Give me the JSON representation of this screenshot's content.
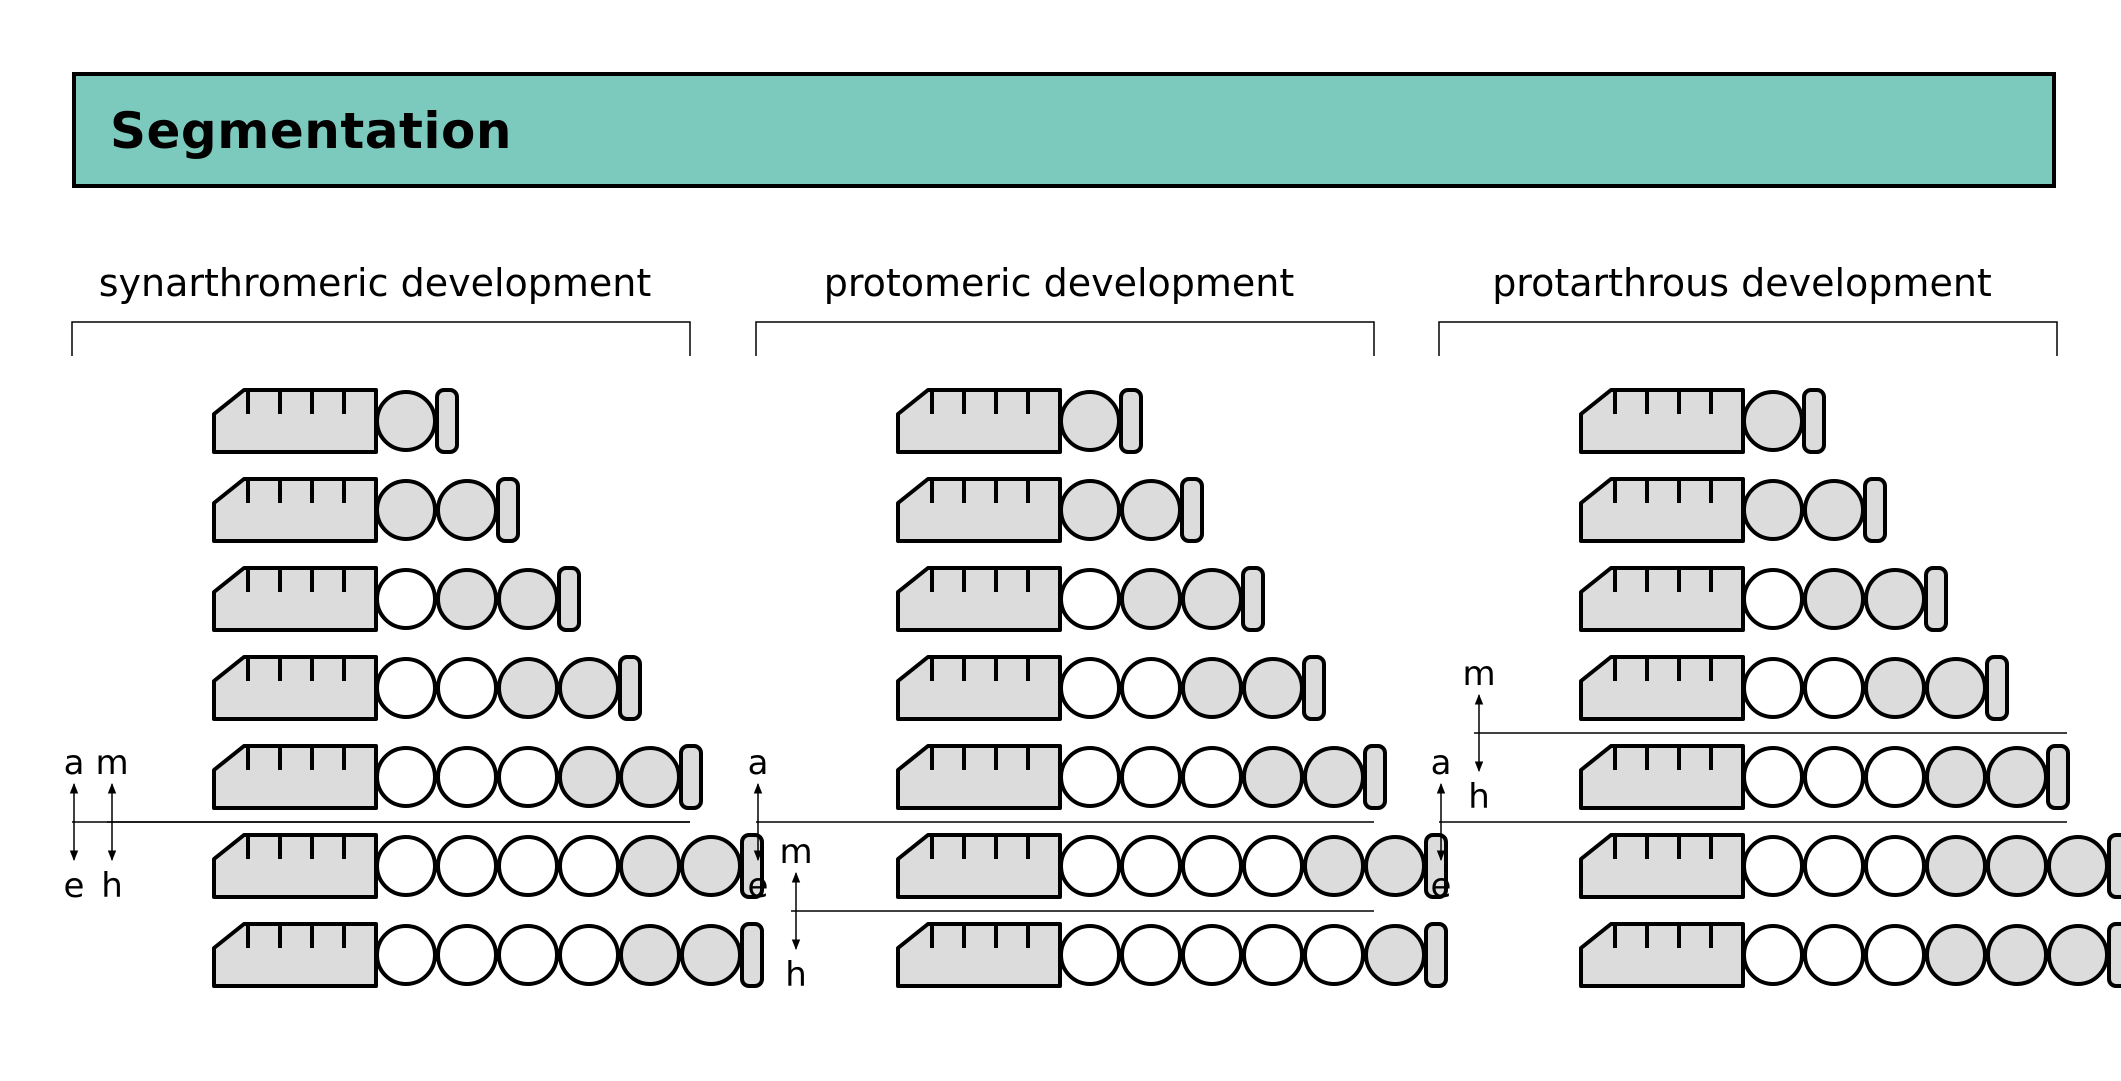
{
  "title": "Segmentation",
  "colors": {
    "banner": "#7ccabe",
    "segment_fill": "#dcdcdc",
    "stroke": "#000000"
  },
  "panels": [
    {
      "label": "synarthromeric development",
      "segments": [
        [
          1
        ],
        [
          1,
          1
        ],
        [
          0,
          1,
          1
        ],
        [
          0,
          0,
          1,
          1
        ],
        [
          0,
          0,
          0,
          1,
          1
        ],
        [
          0,
          0,
          0,
          0,
          1,
          1
        ],
        [
          0,
          0,
          0,
          0,
          1,
          1
        ]
      ],
      "markers": [
        {
          "type": "arrow",
          "top_label": "a",
          "bottom_label": "e",
          "position": "left",
          "between_rows": [
            5,
            6
          ]
        },
        {
          "type": "arrow",
          "top_label": "m",
          "bottom_label": "h",
          "position": "second",
          "between_rows": [
            5,
            6
          ]
        }
      ]
    },
    {
      "label": "protomeric development",
      "segments": [
        [
          1
        ],
        [
          1,
          1
        ],
        [
          0,
          1,
          1
        ],
        [
          0,
          0,
          1,
          1
        ],
        [
          0,
          0,
          0,
          1,
          1
        ],
        [
          0,
          0,
          0,
          0,
          1,
          1
        ],
        [
          0,
          0,
          0,
          0,
          0,
          1
        ]
      ],
      "markers": [
        {
          "type": "arrow",
          "top_label": "a",
          "bottom_label": "e",
          "position": "left",
          "between_rows": [
            5,
            6
          ]
        },
        {
          "type": "arrow",
          "top_label": "m",
          "bottom_label": "h",
          "position": "second",
          "between_rows": [
            6,
            7
          ]
        }
      ]
    },
    {
      "label": "protarthrous development",
      "segments": [
        [
          1
        ],
        [
          1,
          1
        ],
        [
          0,
          1,
          1
        ],
        [
          0,
          0,
          1,
          1
        ],
        [
          0,
          0,
          0,
          1,
          1
        ],
        [
          0,
          0,
          0,
          1,
          1,
          1
        ],
        [
          0,
          0,
          0,
          1,
          1,
          1
        ]
      ],
      "markers": [
        {
          "type": "arrow",
          "top_label": "m",
          "bottom_label": "h",
          "position": "second",
          "between_rows": [
            4,
            5
          ]
        },
        {
          "type": "arrow",
          "top_label": "a",
          "bottom_label": "e",
          "position": "left",
          "between_rows": [
            5,
            6
          ]
        }
      ]
    }
  ]
}
